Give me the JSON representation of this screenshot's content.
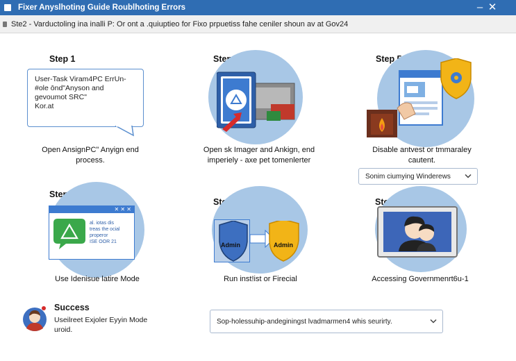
{
  "window": {
    "title": "Fixer Anyslhoting Guide Roublhoting Errors",
    "minimize_icon": "minimize-icon",
    "close_icon": "close-icon"
  },
  "subheader": {
    "text": "Ste2 - Varductoling ina inalli P: Or ont a .quiuptieo for Fixo prpuetiss fahe ceniler shoun av at Gov24"
  },
  "steps": [
    {
      "label": "Step 1",
      "callout_lines": [
        "User-Task Viram4PC  ErrUn-",
        "#ole ōnd\"Anyson and",
        "gevoumot SRC\"",
        "Kor.at"
      ],
      "caption_lines": [
        "Open AnsignPC\" Anyign end",
        "process."
      ]
    },
    {
      "label": "Step 2",
      "caption_lines": [
        "Open sk Imager and Ankign, end",
        "imperiely - axe pet tomenlerter"
      ]
    },
    {
      "label": "Step 5",
      "caption_lines": [
        "Disable antvest or  tmmaraley",
        "cautent."
      ],
      "dropdown": "Sonim ciumying Winderews"
    },
    {
      "label": "Step 3",
      "popup_lines": [
        "al. iotas dis",
        "treas the ocial",
        "properor",
        "ISE OOR 21"
      ],
      "caption_lines": [
        "Use Idenisue  latire Mode"
      ]
    },
    {
      "label": "Step 4",
      "shield_left": "Admin",
      "shield_right": "Admin",
      "caption_lines": [
        "Run inst!ist or Firecial"
      ]
    },
    {
      "label": "Step 4",
      "caption_lines": [
        "Accessing Governmenrt6u-1"
      ]
    }
  ],
  "success": {
    "title": "Success",
    "lines": [
      "Useilreet Exjoler Eyyin Mode",
      "uroid."
    ]
  },
  "bottom_dropdown": "Sop-holessuhip-andeginingst lvadmarmen4 whis seurirty.",
  "colors": {
    "titlebar": "#2f6db3",
    "circle": "#a8c7e6",
    "accent_blue": "#3d7bd0",
    "shield_gold": "#f2b417",
    "fire_red": "#c0392b"
  }
}
